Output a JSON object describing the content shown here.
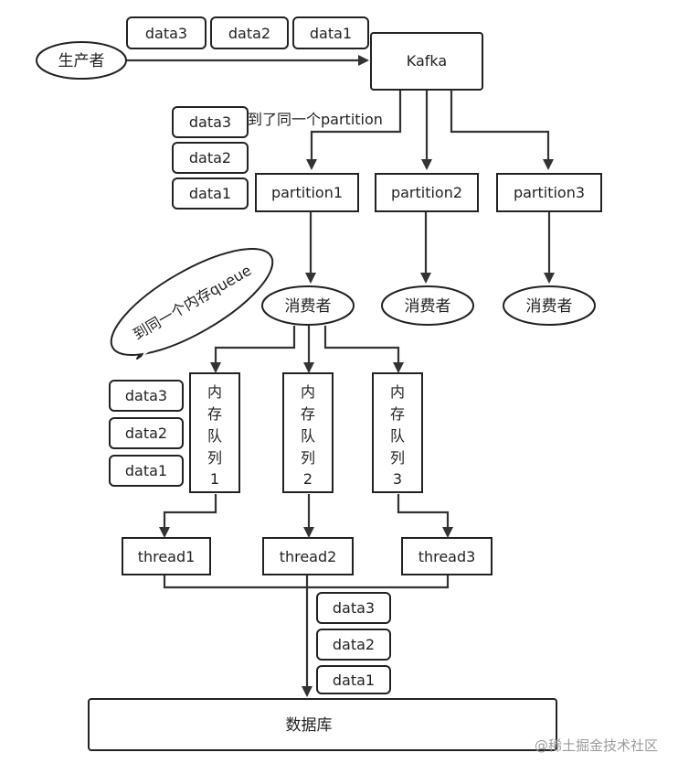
{
  "producer": {
    "label": "生产者"
  },
  "kafka": {
    "label": "Kafka"
  },
  "top_messages": [
    "data3",
    "data2",
    "data1"
  ],
  "partition_note": "到了同一个partition",
  "partition_messages": [
    "data3",
    "data2",
    "data1"
  ],
  "partitions": [
    "partition1",
    "partition2",
    "partition3"
  ],
  "consumers": [
    "消费者",
    "消费者",
    "消费者"
  ],
  "bubble_note": "到同一个内存queue",
  "queue_messages": [
    "data3",
    "data2",
    "data1"
  ],
  "queues": [
    [
      "内",
      "存",
      "队",
      "列",
      "1"
    ],
    [
      "内",
      "存",
      "队",
      "列",
      "2"
    ],
    [
      "内",
      "存",
      "队",
      "列",
      "3"
    ]
  ],
  "threads": [
    "thread1",
    "thread2",
    "thread3"
  ],
  "db_messages": [
    "data3",
    "data2",
    "data1"
  ],
  "database": {
    "label": "数据库"
  },
  "watermark": "@稀土掘金技术社区"
}
